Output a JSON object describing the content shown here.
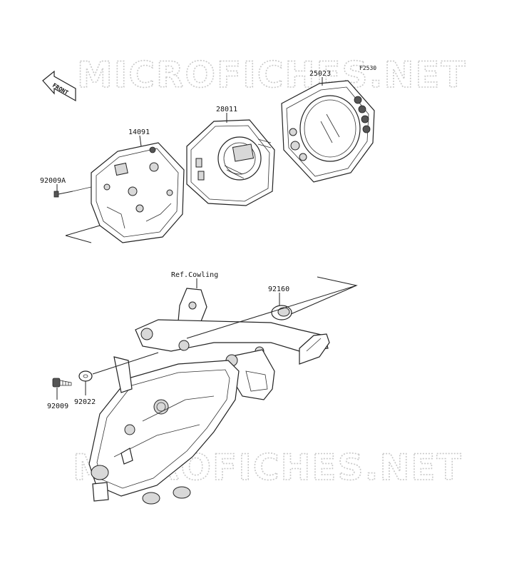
{
  "watermark": "MICROFICHES.NET",
  "figure_code": "F2530",
  "front_label": "FRONT",
  "ref_label": "Ref.Cowling",
  "parts": {
    "p25023": "25023",
    "p28011": "28011",
    "p14091": "14091",
    "p92009A": "92009A",
    "p92160": "92160",
    "p92022": "92022",
    "p92009": "92009"
  }
}
